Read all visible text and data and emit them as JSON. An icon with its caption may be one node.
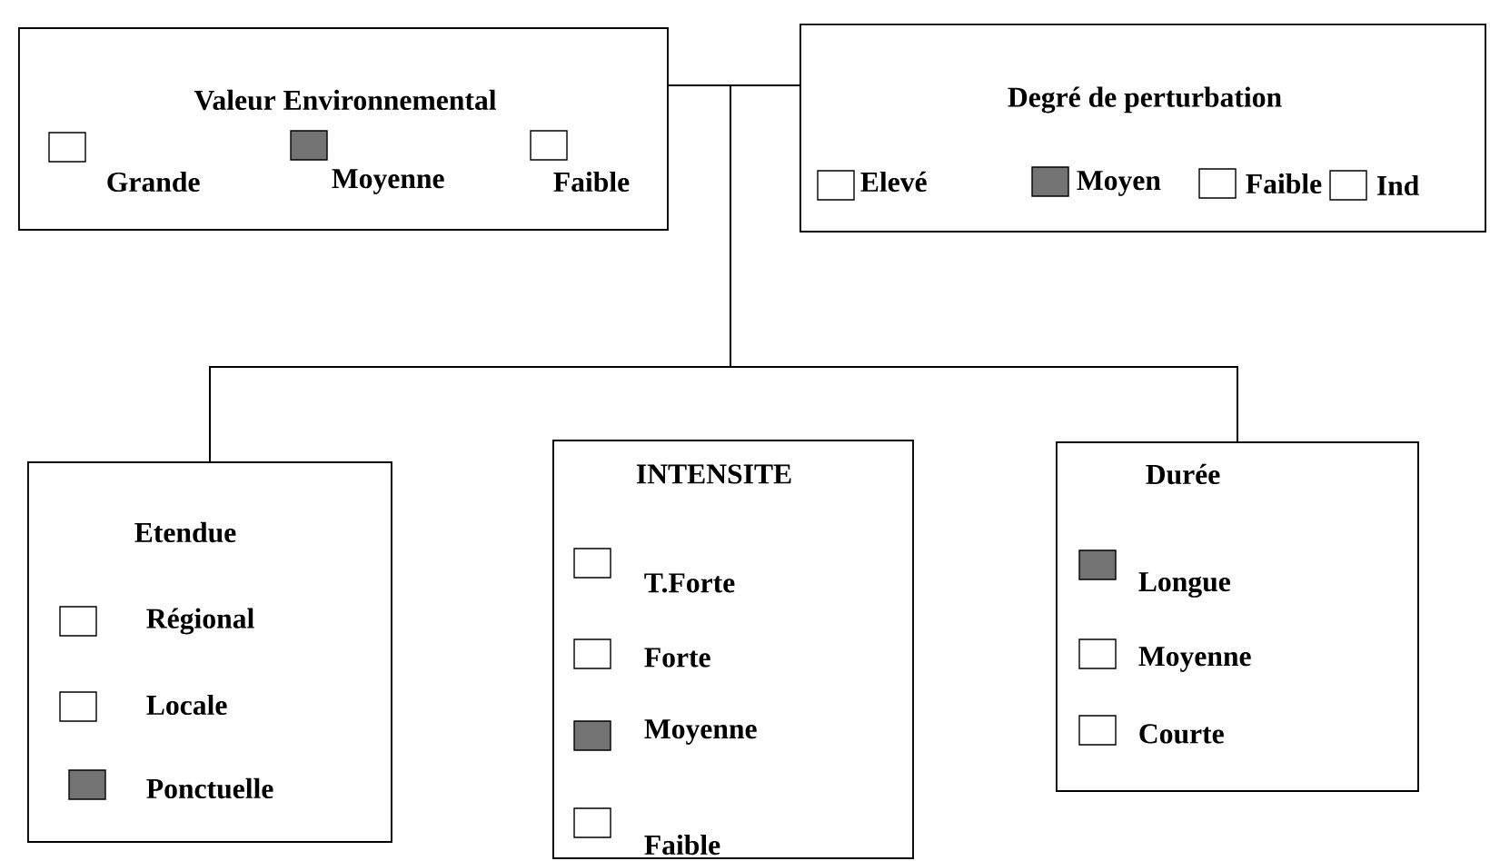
{
  "diagram": {
    "nodes": [
      {
        "text": [
          "Valeur Environnemental"
        ]
      },
      {
        "text": [
          "Degré de perturbation"
        ]
      },
      {
        "text": [
          "Etendue"
        ]
      },
      {
        "text": [
          "INTENSITE"
        ]
      },
      {
        "text": [
          "Durée"
        ]
      }
    ],
    "edges": [
      {
        "from": 0,
        "to": 1,
        "arrow": "none"
      },
      {
        "from": 0,
        "to": 2,
        "arrow": "none"
      },
      {
        "from": 0,
        "to": 4,
        "arrow": "none"
      },
      {
        "from": 1,
        "to": 2,
        "arrow": "none"
      },
      {
        "from": 1,
        "to": 4,
        "arrow": "none"
      }
    ],
    "legend": [
      {
        "text": "Grande"
      },
      {
        "text": "Moyenne",
        "color": "#737373"
      },
      {
        "text": "Faible"
      },
      {
        "text": "Elevé"
      },
      {
        "text": "Moyen",
        "color": "#737373"
      },
      {
        "text": "Faible"
      },
      {
        "text": "Ind"
      },
      {
        "text": "Régional"
      },
      {
        "text": "Locale"
      },
      {
        "text": "Ponctuelle",
        "color": "#737373"
      },
      {
        "text": "T.Forte"
      },
      {
        "text": "Forte"
      },
      {
        "text": "Moyenne",
        "color": "#737373"
      },
      {
        "text": "Faible"
      },
      {
        "text": "Longue",
        "color": "#737373"
      },
      {
        "text": "Moyenne"
      },
      {
        "text": "Courte"
      }
    ]
  }
}
